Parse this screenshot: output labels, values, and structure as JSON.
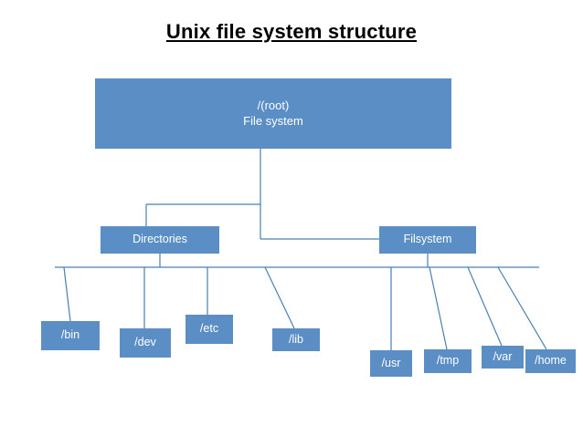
{
  "title": "Unix  file system structure",
  "colors": {
    "node_fill": "#5b8ec4",
    "node_text": "#ffffff",
    "line": "#4a7fb5",
    "background": "#ffffff",
    "title_text": "#000000"
  },
  "diagram": {
    "type": "tree",
    "root": {
      "id": "root",
      "line1": "/(root)",
      "line2": "File system"
    },
    "level2": [
      {
        "id": "directories",
        "label": "Directories"
      },
      {
        "id": "filsystem",
        "label": "Filsystem"
      }
    ],
    "level3": [
      {
        "id": "bin",
        "label": "/bin",
        "parent": "directories"
      },
      {
        "id": "dev",
        "label": "/dev",
        "parent": "directories"
      },
      {
        "id": "etc",
        "label": "/etc",
        "parent": "directories"
      },
      {
        "id": "lib",
        "label": "/lib",
        "parent": "directories"
      },
      {
        "id": "usr",
        "label": "/usr",
        "parent": "filsystem"
      },
      {
        "id": "tmp",
        "label": "/tmp",
        "parent": "filsystem"
      },
      {
        "id": "var",
        "label": "/var",
        "parent": "filsystem"
      },
      {
        "id": "home",
        "label": "/home",
        "parent": "filsystem"
      }
    ]
  }
}
